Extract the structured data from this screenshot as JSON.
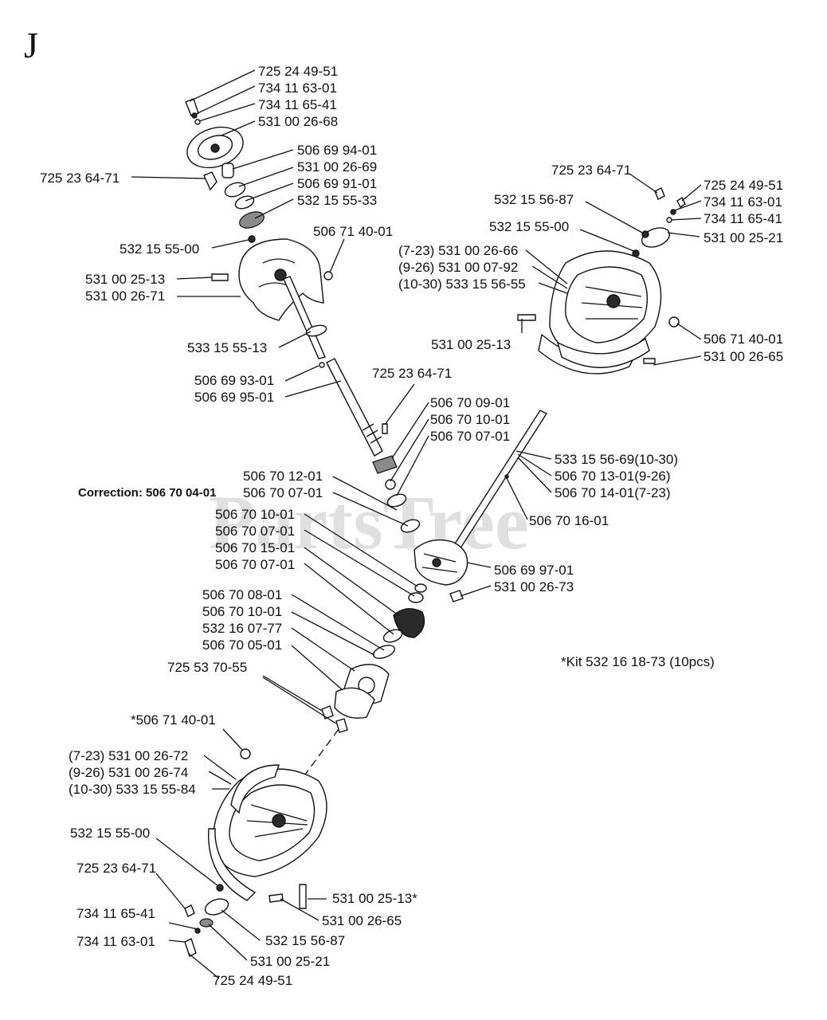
{
  "section_letter": "J",
  "watermark": "PartsTree",
  "note_kit": "*Kit 532 16 18-73 (10pcs)",
  "correction": "Correction: 506 70 04-01",
  "top_left_assembly": {
    "l1": "725 24 49-51",
    "l2": "734 11 63-01",
    "l3": "734 11 65-41",
    "l4": "531 00 26-68",
    "l5": "506 69 94-01",
    "l6": "531 00 26-69",
    "l7": "506 69 91-01",
    "l8": "532 15 55-33",
    "l9": "725 23 64-71",
    "l10": "532 15 55-00",
    "l11": "506 71 40-01",
    "l12": "531 00 25-13",
    "l13": "531 00 26-71",
    "l14": "533 15 55-13",
    "l15": "506 69 93-01",
    "l16": "506 69 95-01"
  },
  "top_right_assembly": {
    "l1": "725 23 64-71",
    "l2": "725 24 49-51",
    "l3": "532 15 56-87",
    "l4": "734 11 63-01",
    "l5": "734 11 65-41",
    "l6": "532 15 55-00",
    "l7": "531 00 25-21",
    "l8": "(7-23) 531 00 26-66",
    "l9": "(9-26) 531 00 07-92",
    "l10": "(10-30) 533 15 56-55",
    "l11": "531 00 25-13",
    "l12": "506 71 40-01",
    "l13": "531 00 26-65"
  },
  "gearbox": {
    "l1": "725 23 64-71",
    "l2": "506 70 09-01",
    "l3": "506 70 10-01",
    "l4": "506 70 07-01",
    "l5": "533 15 56-69(10-30)",
    "l6": "506 70 13-01(9-26)",
    "l7": "506 70 14-01(7-23)",
    "l8": "506 70 16-01",
    "l9": "506 70 12-01",
    "l10": "506 70 07-01",
    "l11": "506 70 10-01",
    "l12": "506 70 07-01",
    "l13": "506 70 15-01",
    "l14": "506 70 07-01",
    "l15": "506 69 97-01",
    "l16": "531 00 26-73",
    "l17": "506 70 08-01",
    "l18": "506 70 10-01",
    "l19": "532 16 07-77",
    "l20": "506 70 05-01",
    "l21": "725 53 70-55"
  },
  "bottom_assembly": {
    "l1": "*506 71 40-01",
    "l2": "(7-23) 531 00 26-72",
    "l3": "(9-26) 531 00 26-74",
    "l4": "(10-30) 533 15 55-84",
    "l5": "532 15 55-00",
    "l6": "725 23 64-71",
    "l7": "531 00 25-13*",
    "l8": "734 11 65-41",
    "l9": "531 00 26-65",
    "l10": "532 15 56-87",
    "l11": "734 11 63-01",
    "l12": "531 00 25-21",
    "l13": "725 24 49-51"
  }
}
